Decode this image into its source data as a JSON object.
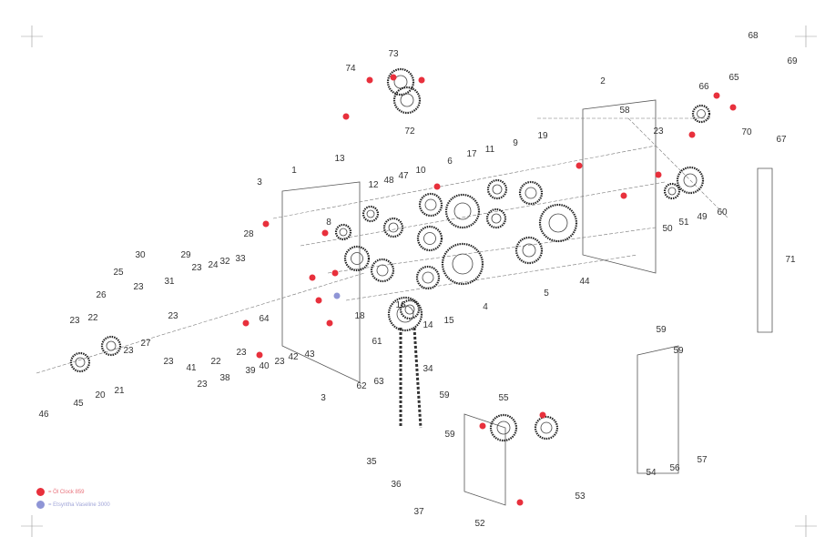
{
  "diagram": {
    "part_labels": [
      "73",
      "74",
      "72",
      "68",
      "69",
      "65",
      "66",
      "2",
      "58",
      "70",
      "67",
      "23",
      "19",
      "9",
      "11",
      "17",
      "6",
      "10",
      "47",
      "48",
      "12",
      "13",
      "1",
      "3",
      "60",
      "49",
      "51",
      "50",
      "28",
      "8",
      "30",
      "29",
      "25",
      "23",
      "31",
      "23",
      "24",
      "33",
      "32",
      "26",
      "71",
      "44",
      "5",
      "4",
      "15",
      "16",
      "18",
      "14",
      "64",
      "23",
      "22",
      "23",
      "27",
      "23",
      "23",
      "41",
      "22",
      "23",
      "38",
      "39",
      "40",
      "23",
      "23",
      "42",
      "43",
      "61",
      "63",
      "62",
      "34",
      "3",
      "21",
      "20",
      "45",
      "46",
      "59",
      "59",
      "59",
      "59",
      "55",
      "57",
      "56",
      "54",
      "53",
      "35",
      "36",
      "37",
      "52"
    ]
  },
  "legend": {
    "items": [
      {
        "label": "= Öl Clock 859",
        "color": "#e8303c"
      },
      {
        "label": "= Etsyntha Vaseline 3000",
        "color": "#8f95d6"
      }
    ]
  }
}
